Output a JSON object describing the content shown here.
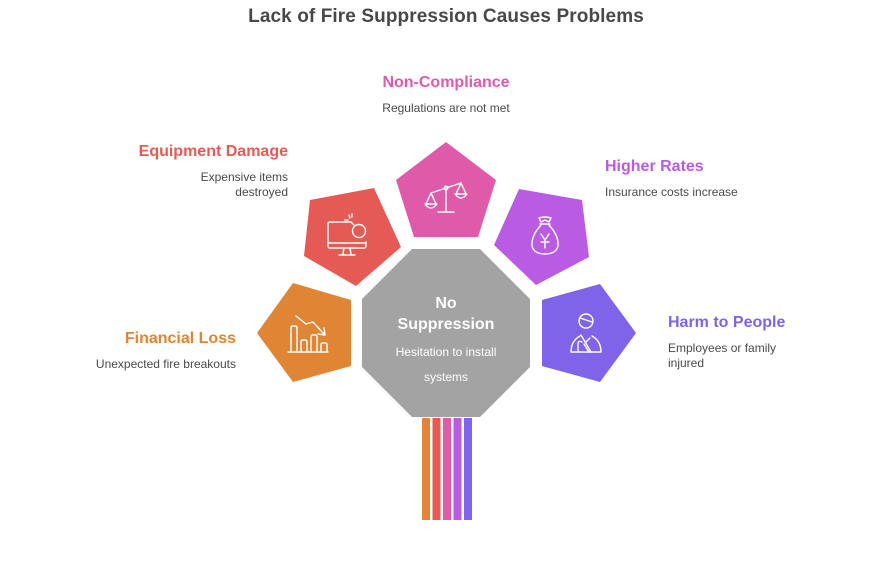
{
  "title": "Lack of Fire Suppression Causes Problems",
  "center": {
    "heading_line1": "No",
    "heading_line2": "Suppression",
    "desc_line1": "Hesitation to install",
    "desc_line2": "systems",
    "color": "#a3a3a3"
  },
  "items": [
    {
      "heading": "Financial Loss",
      "desc_line1": "Unexpected fire breakouts",
      "desc_line2": "",
      "color": "#e08533",
      "icon": "declining-bar-chart-icon"
    },
    {
      "heading": "Equipment Damage",
      "desc_line1": "Expensive items",
      "desc_line2": "destroyed",
      "color": "#e65a55",
      "icon": "monitor-with-bomb-icon"
    },
    {
      "heading": "Non-Compliance",
      "desc_line1": "Regulations are not met",
      "desc_line2": "",
      "color": "#e05aaa",
      "icon": "balance-scale-icon"
    },
    {
      "heading": "Higher Rates",
      "desc_line1": "Insurance costs increase",
      "desc_line2": "",
      "color": "#b95ce3",
      "icon": "money-bag-yen-icon"
    },
    {
      "heading": "Harm to People",
      "desc_line1": "Employees or family",
      "desc_line2": "injured",
      "color": "#7f63e8",
      "icon": "injured-person-icon"
    }
  ]
}
